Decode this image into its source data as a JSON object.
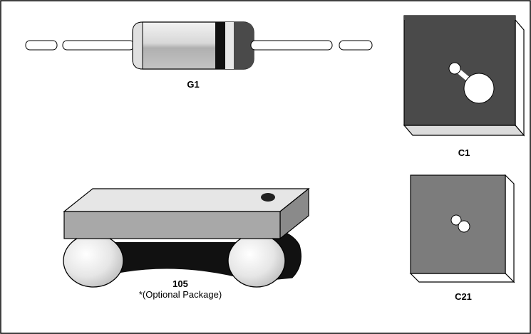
{
  "components": {
    "g1": {
      "label": "G1"
    },
    "c1": {
      "label": "C1"
    },
    "c21": {
      "label": "C21"
    },
    "p105": {
      "label": "105",
      "note": "*(Optional Package)"
    }
  },
  "colors": {
    "outline": "#000000",
    "light_gray": "#d4d4d4",
    "mid_gray": "#a8a8a8",
    "dark_gray": "#4a4a4a",
    "chip_gray": "#7c7c7c"
  }
}
